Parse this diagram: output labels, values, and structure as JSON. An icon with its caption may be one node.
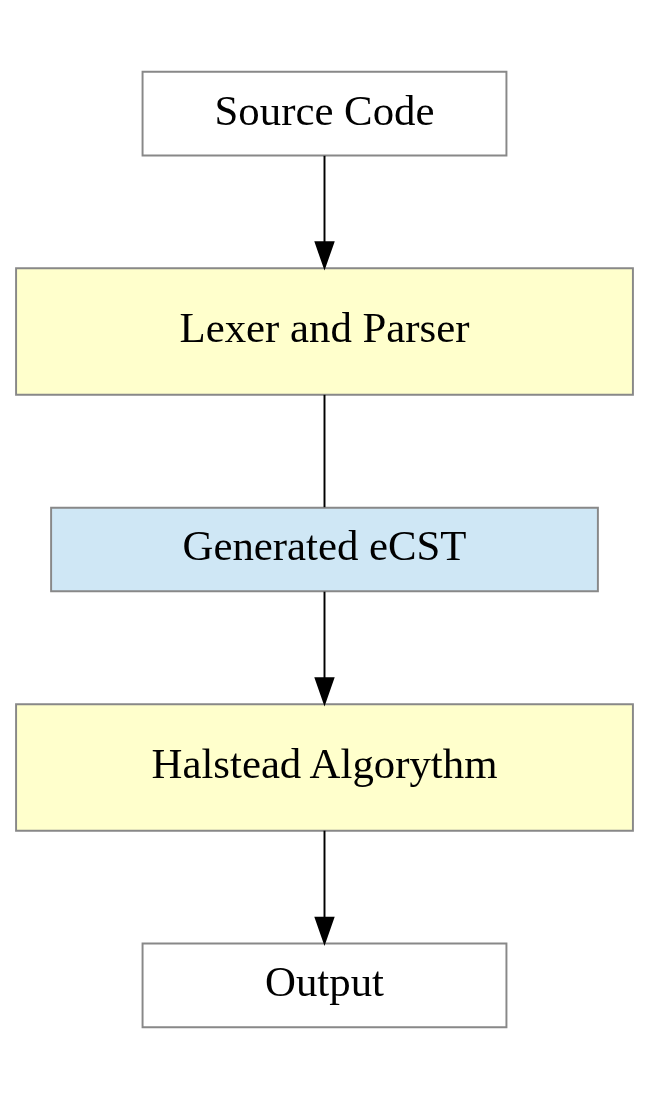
{
  "diagram": {
    "nodes": [
      {
        "text": [
          "Source Code"
        ]
      },
      {
        "text": [
          "Lexer and Parser"
        ]
      },
      {
        "text": [
          "Generated eCST"
        ]
      },
      {
        "text": [
          "Halstead Algorythm"
        ]
      },
      {
        "text": [
          "Output"
        ]
      }
    ],
    "edges": [
      {
        "from": 0,
        "to": 1,
        "arrow": "to"
      },
      {
        "from": 1,
        "to": 2,
        "arrow": "none"
      },
      {
        "from": 2,
        "to": 3,
        "arrow": "to"
      },
      {
        "from": 3,
        "to": 4,
        "arrow": "to"
      }
    ]
  }
}
